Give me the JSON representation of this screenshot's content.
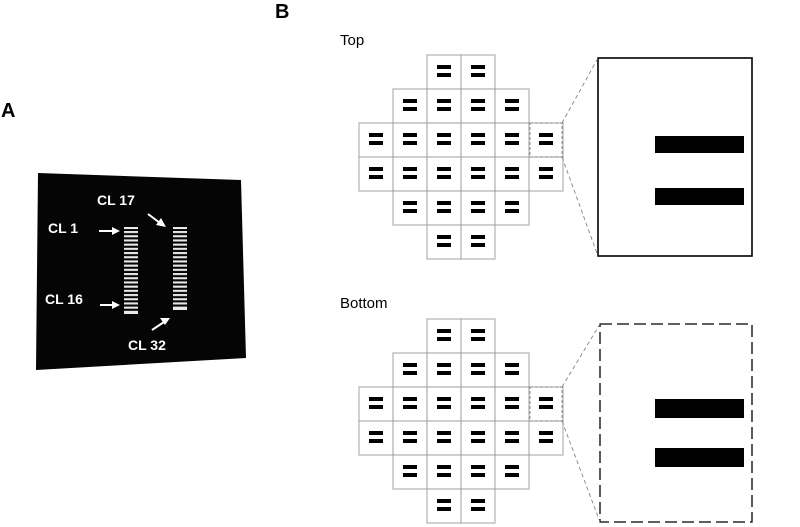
{
  "panel_a": {
    "letter": "A",
    "callouts": [
      "CL 1",
      "CL 17",
      "CL 16",
      "CL 32"
    ]
  },
  "panel_b": {
    "letter": "B",
    "top_label": "Top",
    "bottom_label": "Bottom",
    "grid_rows": [
      2,
      4,
      6,
      6,
      4,
      2
    ],
    "electrode_glyph": "="
  },
  "colors": {
    "chip_body": "#050505",
    "probe_lines": "#e8e8e8",
    "grid_line": "#9a9a9a",
    "inset_border": "#000000"
  }
}
